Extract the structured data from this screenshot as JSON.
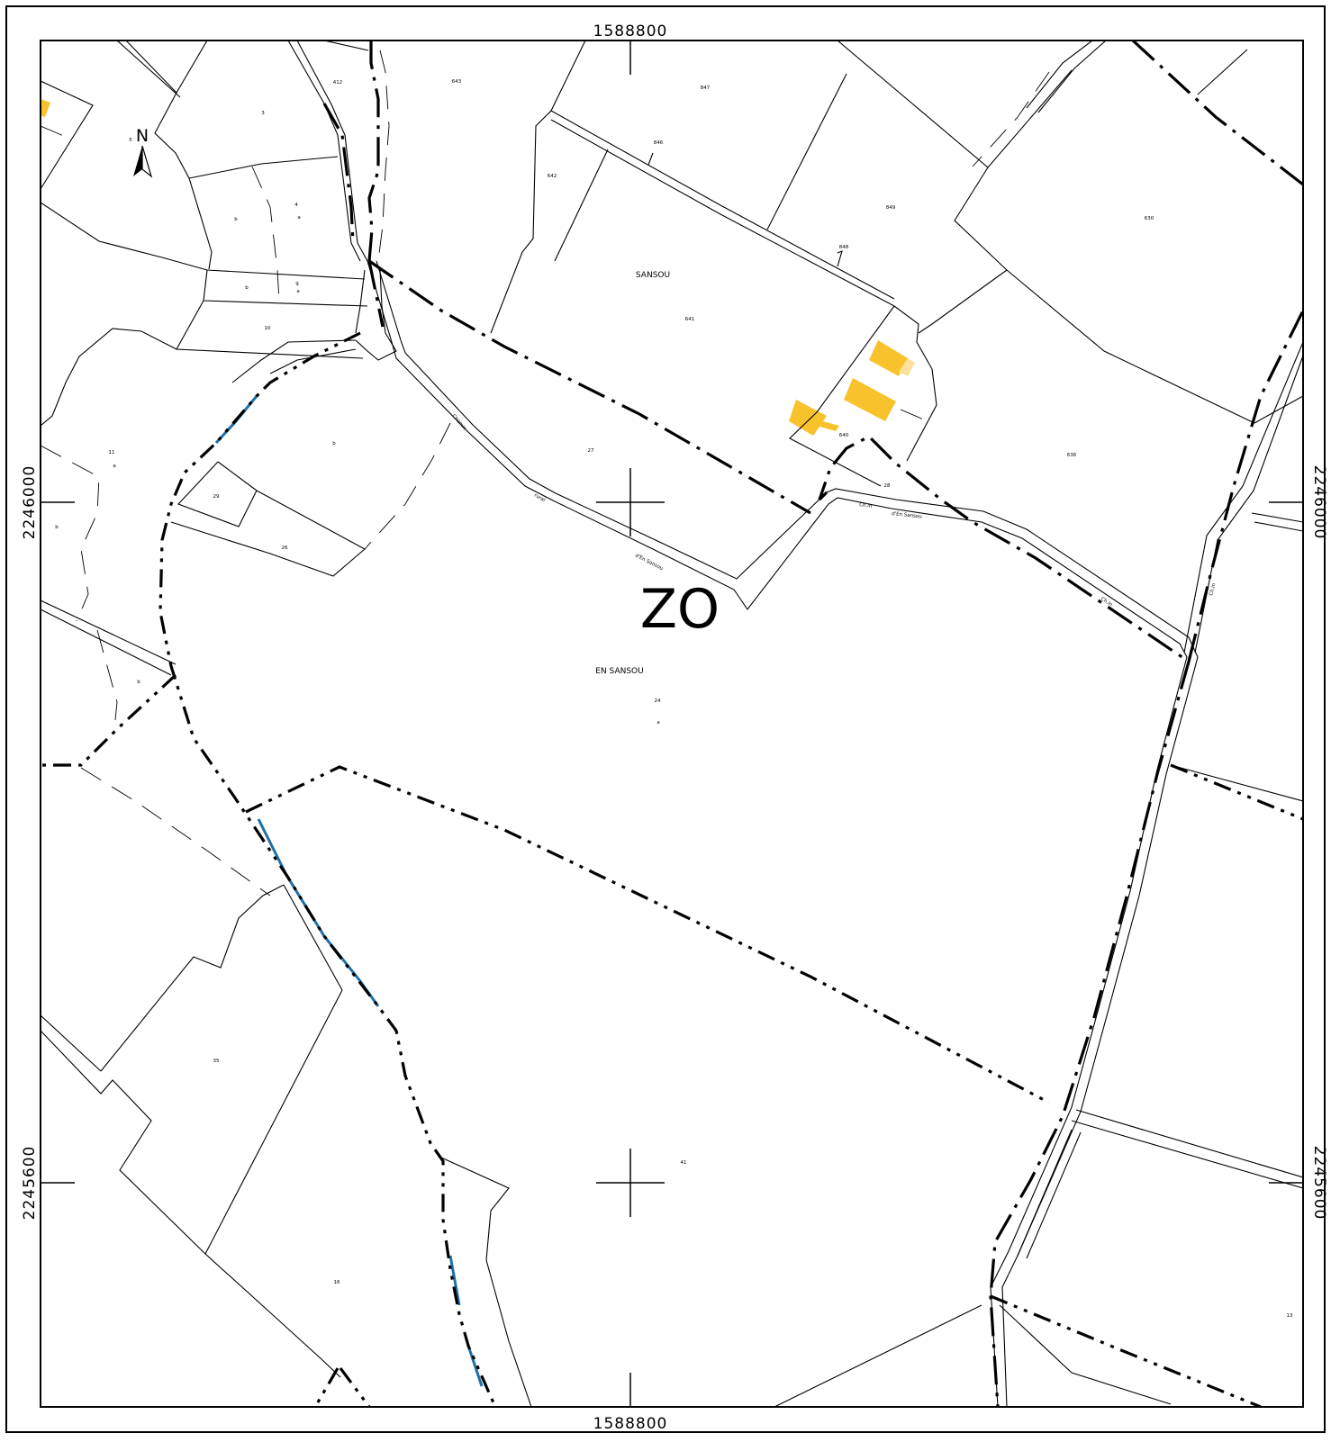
{
  "map": {
    "section_label": "ZO",
    "lieu_dits": [
      "SANSOU",
      "EN SANSOU"
    ],
    "coordinates": {
      "x_top": "1588800",
      "x_bottom": "1588800",
      "y_upper_left": "2246000",
      "y_upper_right": "2246000",
      "y_lower_left": "2245600",
      "y_lower_right": "2245600"
    },
    "north_arrow": "N",
    "parcels": [
      "412",
      "643",
      "847",
      "3",
      "5",
      "4",
      "a",
      "b",
      "846",
      "642",
      "849",
      "630",
      "848",
      "b",
      "9",
      "a",
      "641",
      "10",
      "11",
      "a",
      "b",
      "27",
      "640",
      "636",
      "29",
      "28",
      "26",
      "b",
      "24",
      "a",
      "b",
      "35",
      "41",
      "16",
      "13"
    ],
    "road_names": [
      "Chemin",
      "rural",
      "d'En Sansou",
      "Ch.in",
      "d'En Sansou",
      "Ch.in",
      "Ch.in"
    ],
    "colors": {
      "building": "#f8c22c",
      "building_light": "#fbe19a",
      "water": "#1f6fa8",
      "line": "#000000"
    }
  }
}
